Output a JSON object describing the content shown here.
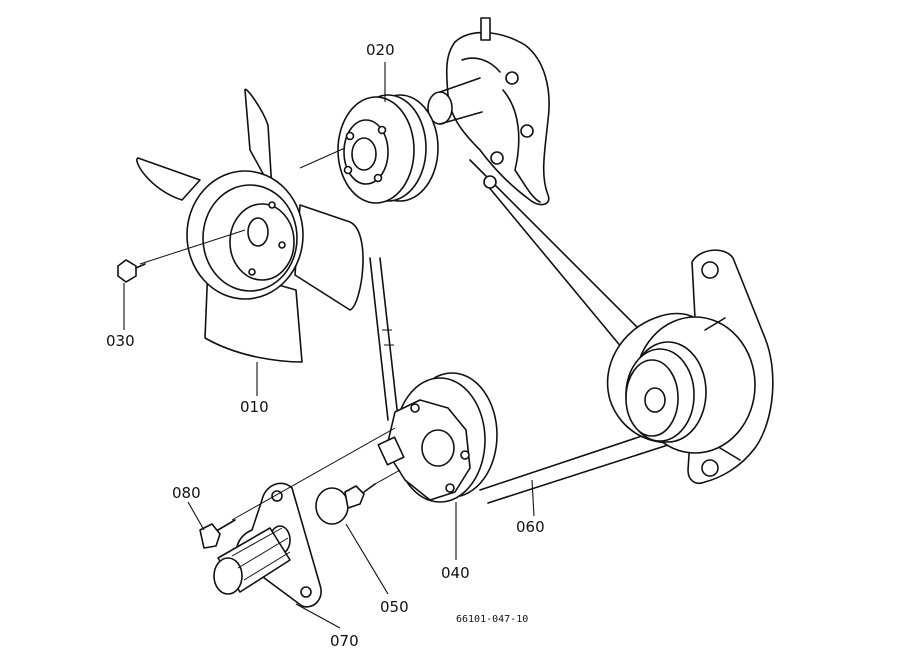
{
  "labels": {
    "p010": "010",
    "p020": "020",
    "p030": "030",
    "p040": "040",
    "p050": "050",
    "p060": "060",
    "p070": "070",
    "p080": "080"
  },
  "drawing_ref": "66101-047-10"
}
